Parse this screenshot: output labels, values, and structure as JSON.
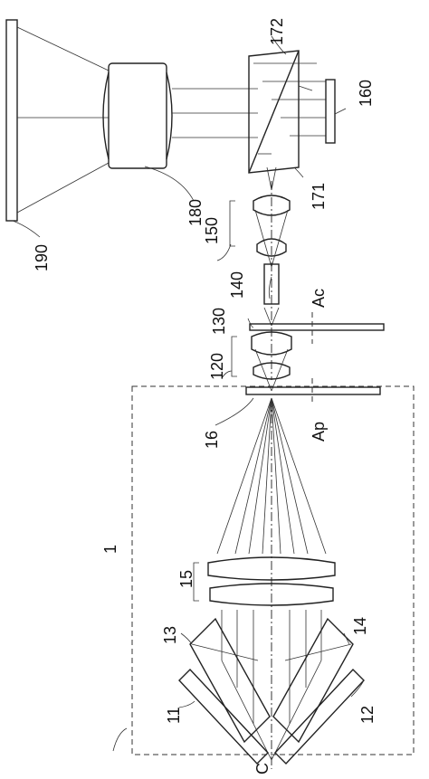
{
  "diagram": {
    "labels": {
      "l190": "190",
      "l180": "180",
      "l172": "172",
      "l160": "160",
      "l171": "171",
      "l150": "150",
      "l140": "140",
      "l130": "130",
      "lAc": "Ac",
      "l120": "120",
      "l16": "16",
      "lAp": "Ap",
      "l1": "1",
      "l15": "15",
      "l13": "13",
      "l14": "14",
      "l11": "11",
      "l12": "12",
      "lC": "C"
    },
    "colors": {
      "line": "#222222",
      "background": "#ffffff"
    }
  }
}
